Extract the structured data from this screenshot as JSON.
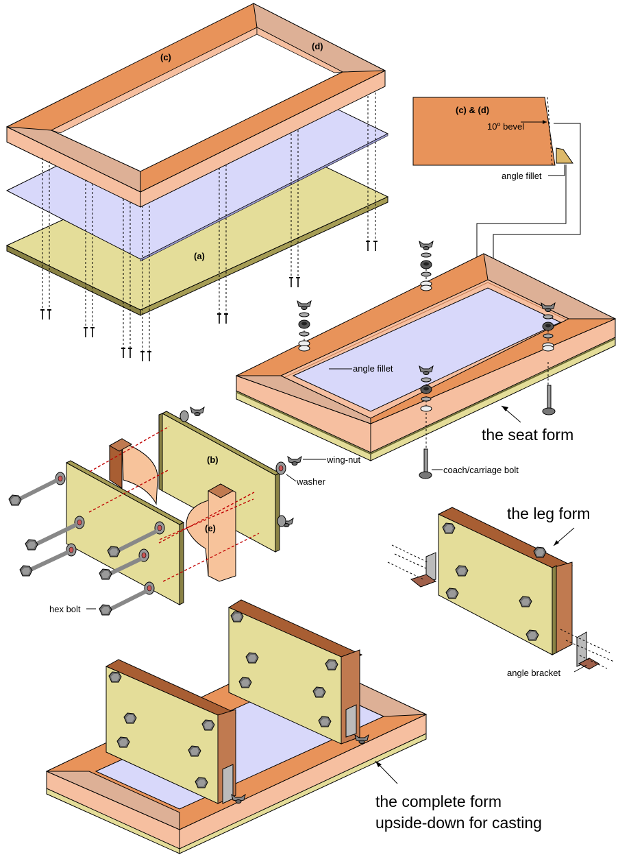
{
  "parts": {
    "c": "(c)",
    "d": "(d)",
    "a": "(a)",
    "b": "(b)",
    "e": "(e)"
  },
  "detail": {
    "title": "(c) & (d)",
    "bevel_base": "10",
    "bevel_sup": "o",
    "bevel_rest": " bevel",
    "angle_fillet": "angle fillet"
  },
  "seat_form": {
    "angle_fillet": "angle fillet",
    "coach_bolt": "coach/carriage bolt",
    "title": "the seat form"
  },
  "leg_parts": {
    "wing_nut": "wing-nut",
    "washer": "washer",
    "hex_bolt": "hex bolt"
  },
  "leg_form": {
    "title": "the leg form",
    "angle_bracket": "angle bracket"
  },
  "complete_form": {
    "line1": "the complete form",
    "line2": "upside-down for casting"
  },
  "colors": {
    "frame_top": "#e8935a",
    "frame_light": "#f6bfa0",
    "frame_end": "#ddb096",
    "plastic": "#d8d8fa",
    "plywood": "#e4dd99",
    "plywood_edge": "#8a8245",
    "wood_block": "#f7c39b",
    "steel": "#888888"
  }
}
